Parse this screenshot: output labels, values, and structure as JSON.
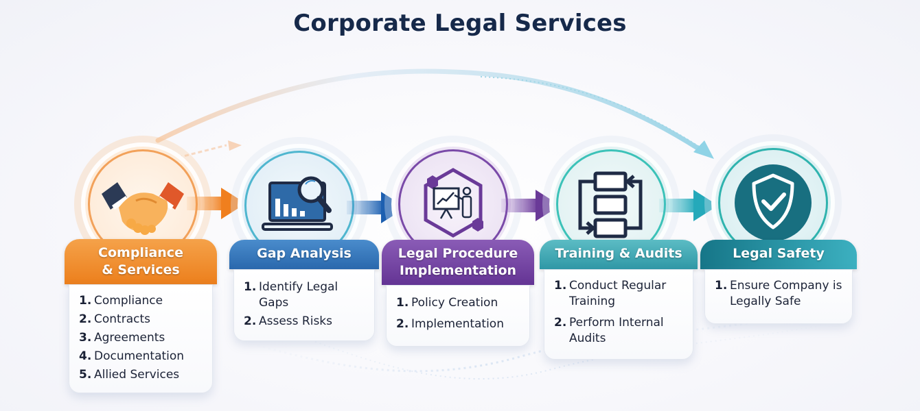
{
  "title": "Corporate Legal Services",
  "colors": {
    "title": "#16294a",
    "orange": "#f08a24",
    "blue": "#2f6fb5",
    "purple": "#6a3a98",
    "teal_light": "#3aa6b0",
    "teal_dark": "#17788a",
    "icon_dark": "#1f2b45"
  },
  "steps": [
    {
      "id": "compliance",
      "icon": "handshake-icon",
      "heading": "Compliance & Services",
      "heading_lines": [
        "Compliance",
        "& Services"
      ],
      "items": [
        {
          "num": "1.",
          "text": "Compliance"
        },
        {
          "num": "2.",
          "text": "Contracts"
        },
        {
          "num": "3.",
          "text": "Agreements"
        },
        {
          "num": "4.",
          "text": "Documentation"
        },
        {
          "num": "5.",
          "text": "Allied Services"
        }
      ]
    },
    {
      "id": "gap-analysis",
      "icon": "laptop-magnifier-icon",
      "heading": "Gap Analysis",
      "heading_lines": [
        "Gap Analysis"
      ],
      "items": [
        {
          "num": "1.",
          "text": "Identify Legal Gaps"
        },
        {
          "num": "2.",
          "text": "Assess Risks"
        }
      ]
    },
    {
      "id": "procedure",
      "icon": "presentation-icon",
      "heading": "Legal Procedure Implementation",
      "heading_lines": [
        "Legal Procedure",
        "Implementation"
      ],
      "items": [
        {
          "num": "1.",
          "text": "Policy Creation"
        },
        {
          "num": "2.",
          "text": "Implementation"
        }
      ]
    },
    {
      "id": "training",
      "icon": "process-cycle-icon",
      "heading": "Training & Audits",
      "heading_lines": [
        "Training & Audits"
      ],
      "items": [
        {
          "num": "1.",
          "text": "Conduct Regular Training"
        },
        {
          "num": "2.",
          "text": "Perform Internal Audits"
        }
      ]
    },
    {
      "id": "safety",
      "icon": "shield-check-icon",
      "heading": "Legal Safety",
      "heading_lines": [
        "Legal Safety"
      ],
      "items": [
        {
          "num": "1.",
          "text": "Ensure Company is Legally Safe"
        }
      ]
    }
  ]
}
